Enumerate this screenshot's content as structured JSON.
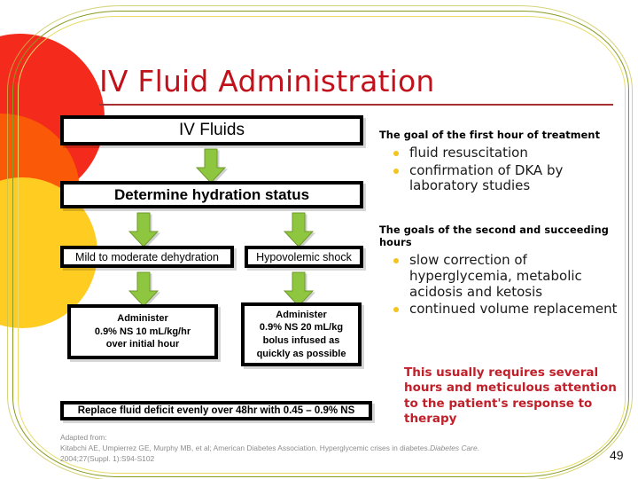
{
  "slide": {
    "title": "IV Fluid Administration",
    "page_number": "49",
    "accent_red": "#c1121c",
    "accent_green": "#8ec63f",
    "accent_yellow": "#f3c41e",
    "border_olive": "#8a9a20"
  },
  "flowchart": {
    "boxes": [
      {
        "id": "ivfluids",
        "text": "IV Fluids"
      },
      {
        "id": "hydration",
        "text": "Determine hydration status"
      },
      {
        "id": "mild",
        "text": "Mild to moderate dehydration"
      },
      {
        "id": "hypo",
        "text": "Hypovolemic shock"
      },
      {
        "id": "admin_left_l1",
        "text": "Administer"
      },
      {
        "id": "admin_left_l2",
        "text": "0.9% NS 10 mL/kg/hr"
      },
      {
        "id": "admin_left_l3",
        "text": "over initial hour"
      },
      {
        "id": "admin_right_l1",
        "text": "Administer"
      },
      {
        "id": "admin_right_l2",
        "text": "0.9% NS 20 mL/kg"
      },
      {
        "id": "admin_right_l3",
        "text": "bolus infused as"
      },
      {
        "id": "admin_right_l4",
        "text": "quickly as possible"
      },
      {
        "id": "replace",
        "text": "Replace fluid deficit evenly over 48hr with 0.45 – 0.9% NS"
      }
    ],
    "arrows": [
      {
        "name": "arrow-down-to-hydration"
      },
      {
        "name": "arrow-down-to-mild"
      },
      {
        "name": "arrow-down-to-hypovolemic"
      },
      {
        "name": "arrow-down-to-administer-left"
      },
      {
        "name": "arrow-down-to-administer-right"
      }
    ]
  },
  "goals": {
    "first_hour": {
      "heading": "The goal of the first hour of treatment",
      "items": [
        "fluid resuscitation",
        "confirmation of DKA by laboratory studies"
      ]
    },
    "succeeding_hours": {
      "heading": "The goals of the second and succeeding hours",
      "items": [
        "slow correction of hyperglycemia, metabolic acidosis and ketosis",
        "continued volume replacement"
      ]
    },
    "emphasis": "This usually requires several hours and meticulous attention to the patient's response to therapy"
  },
  "citation": {
    "lead": "Adapted from:",
    "line1_pre": "Kitabchi AE, Umpierrez GE, Murphy MB, et al; American Diabetes Association. Hyperglycemic crises in diabetes.",
    "journal": "Diabetes Care.",
    "line2": "2004;27(Suppl. 1):S94-S102"
  }
}
